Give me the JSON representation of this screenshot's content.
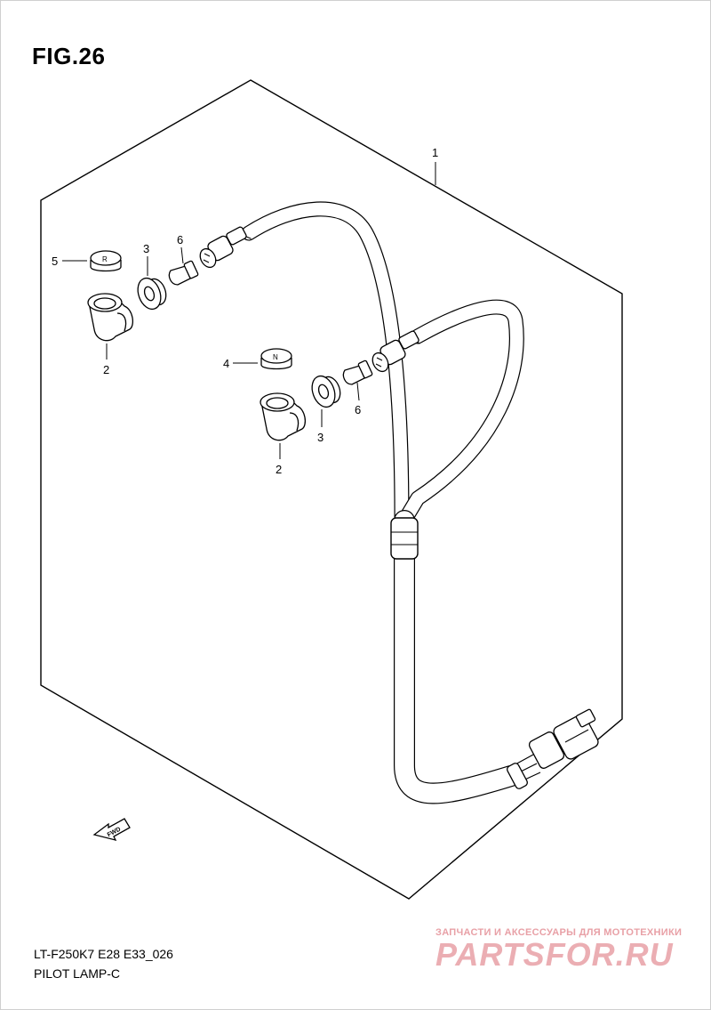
{
  "figure": {
    "title": "FIG.26"
  },
  "callouts": {
    "harness": "1",
    "socket_upper": "2",
    "socket_lower": "2",
    "grommet_upper": "3",
    "grommet_lower": "3",
    "lens_n": "4",
    "lens_r": "5",
    "bulb_upper": "6",
    "bulb_lower": "6"
  },
  "lens_letters": {
    "r": "R",
    "n": "N"
  },
  "fwd_label": "FWD",
  "footer": {
    "model": "LT-F250K7 E28 E33_026",
    "name": "PILOT LAMP-C"
  },
  "watermark": {
    "tagline": "ЗАПЧАСТИ И АКСЕССУАРЫ ДЛЯ МОТОТЕХНИКИ",
    "logo": "PARTSFOR.RU"
  }
}
